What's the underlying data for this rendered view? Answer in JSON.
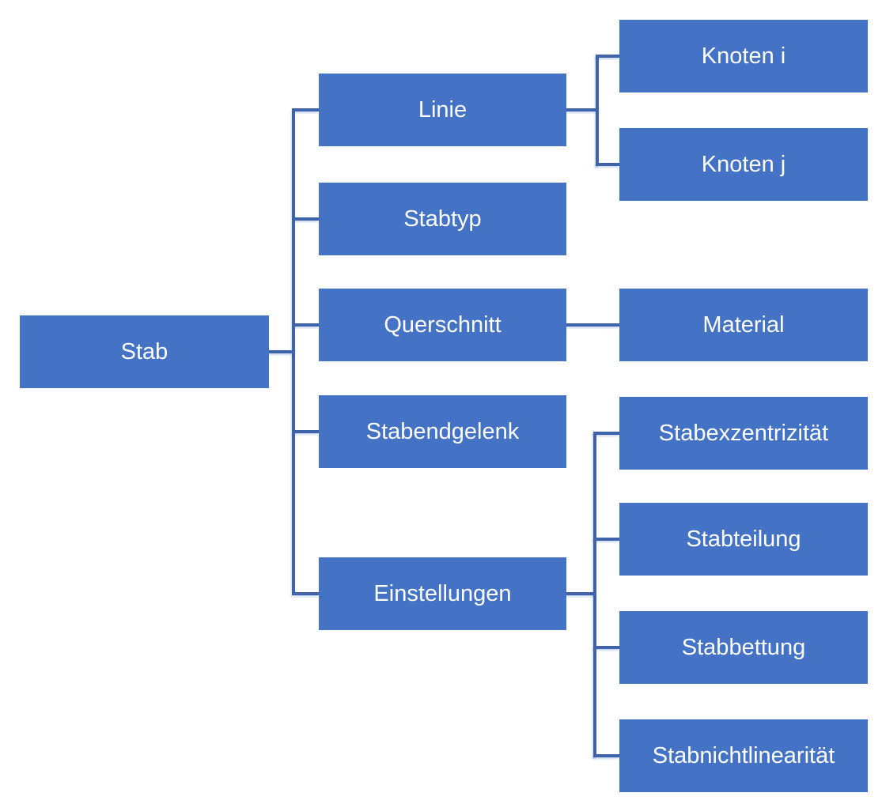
{
  "colors": {
    "box_fill": "#4472C4",
    "box_text": "#FFFFFF",
    "connector": "#3E63A8"
  },
  "nodes": {
    "stab": {
      "label": "Stab"
    },
    "linie": {
      "label": "Linie"
    },
    "stabtyp": {
      "label": "Stabtyp"
    },
    "querschnitt": {
      "label": "Querschnitt"
    },
    "stabendgelenk": {
      "label": "Stabendgelenk"
    },
    "einstellungen": {
      "label": "Einstellungen"
    },
    "knoten_i": {
      "label": "Knoten i"
    },
    "knoten_j": {
      "label": "Knoten j"
    },
    "material": {
      "label": "Material"
    },
    "stabexzentrizitaet": {
      "label": "Stabexzentrizität"
    },
    "stabteilung": {
      "label": "Stabteilung"
    },
    "stabbettung": {
      "label": "Stabbettung"
    },
    "stabnichtlinearitaet": {
      "label": "Stabnichtlinearität"
    }
  },
  "edges": [
    {
      "from": "Stab",
      "to": "Linie"
    },
    {
      "from": "Stab",
      "to": "Stabtyp"
    },
    {
      "from": "Stab",
      "to": "Querschnitt"
    },
    {
      "from": "Stab",
      "to": "Stabendgelenk"
    },
    {
      "from": "Stab",
      "to": "Einstellungen"
    },
    {
      "from": "Linie",
      "to": "Knoten i"
    },
    {
      "from": "Linie",
      "to": "Knoten j"
    },
    {
      "from": "Querschnitt",
      "to": "Material"
    },
    {
      "from": "Einstellungen",
      "to": "Stabexzentrizität"
    },
    {
      "from": "Einstellungen",
      "to": "Stabteilung"
    },
    {
      "from": "Einstellungen",
      "to": "Stabbettung"
    },
    {
      "from": "Einstellungen",
      "to": "Stabnichtlinearität"
    }
  ]
}
